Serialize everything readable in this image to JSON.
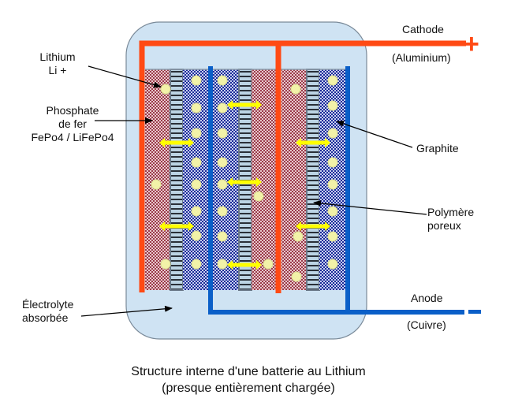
{
  "title": {
    "line1": "Structure interne d'une batterie au Lithium",
    "line2": "(presque entièrement chargée)"
  },
  "labels": {
    "lithium_line1": "Lithium",
    "lithium_line2": "Li +",
    "phosphate_line1": "Phosphate",
    "phosphate_line2": "de fer",
    "phosphate_line3": "FePo4 / LiFePo4",
    "electrolyte_line1": "Électrolyte",
    "electrolyte_line2": "absorbée",
    "graphite": "Graphite",
    "polymer_line1": "Polymère",
    "polymer_line2": "poreux",
    "cathode": "Cathode",
    "cathode_material": "(Aluminium)",
    "anode": "Anode",
    "anode_material": "(Cuivre)",
    "plus_sign": "+",
    "minus_sign": "–"
  },
  "colors": {
    "casing_fill": "#cfe3f3",
    "casing_stroke": "#7a8a99",
    "cathode_conductor": "#ff4a14",
    "anode_conductor": "#0a5fc8",
    "phosphate_layer": "#b46a78",
    "graphite_layer": "#3848a8",
    "separator": "#7a8aa0",
    "lithium_ion": "#f2f2a8",
    "ion_arrow": "#ffff00"
  },
  "layers": [
    "phosphate",
    "polymer",
    "graphite",
    "graphite",
    "polymer",
    "phosphate",
    "phosphate",
    "polymer",
    "graphite"
  ]
}
